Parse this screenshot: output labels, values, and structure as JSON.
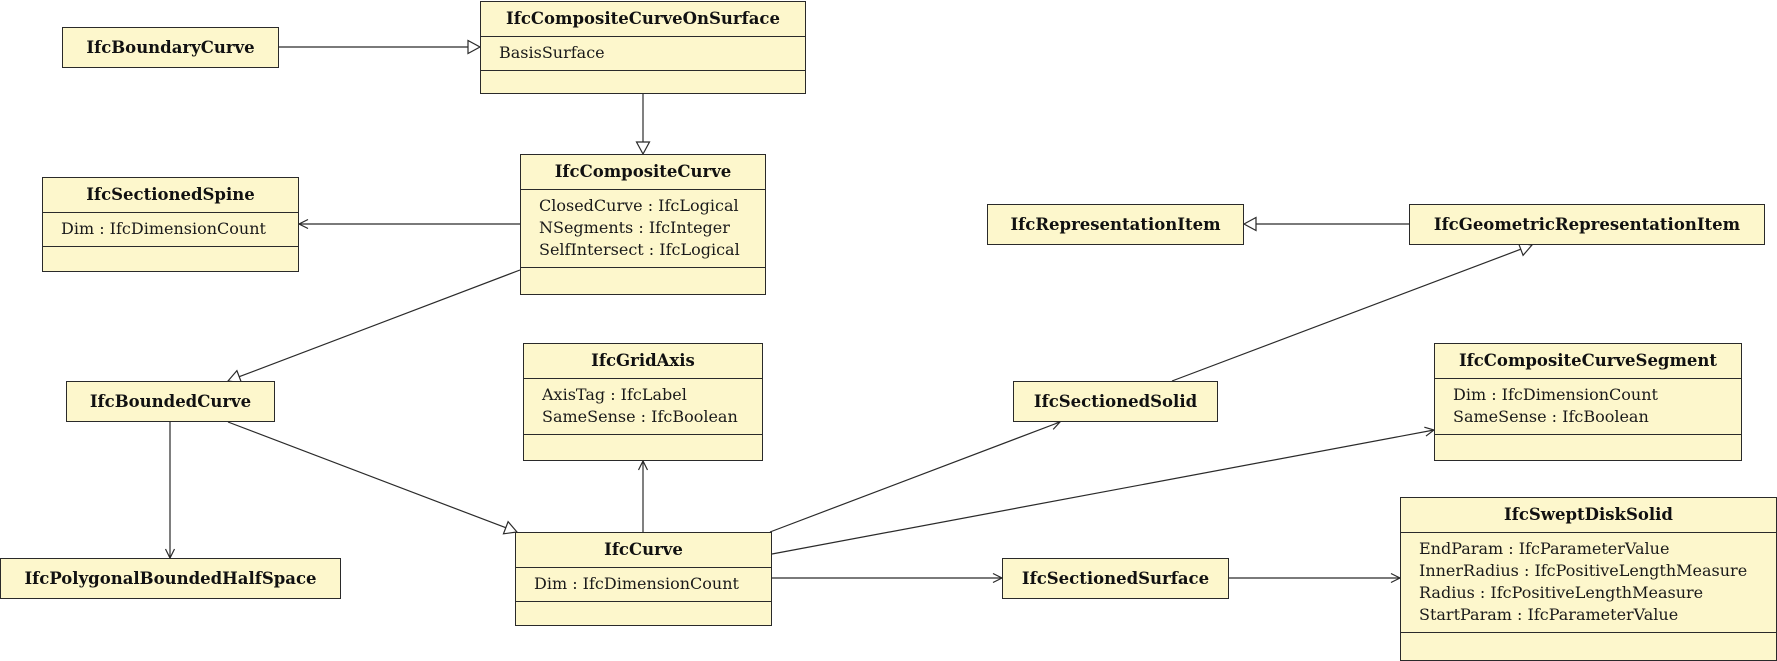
{
  "classes": {
    "composite_curve_on_surface": {
      "name": "IfcCompositeCurveOnSurface",
      "attributes": [
        "BasisSurface"
      ]
    },
    "boundary_curve": {
      "name": "IfcBoundaryCurve"
    },
    "composite_curve": {
      "name": "IfcCompositeCurve",
      "attributes": [
        "ClosedCurve : IfcLogical",
        "NSegments : IfcInteger",
        "SelfIntersect : IfcLogical"
      ]
    },
    "sectioned_spine": {
      "name": "IfcSectionedSpine",
      "attributes": [
        "Dim : IfcDimensionCount"
      ]
    },
    "representation_item": {
      "name": "IfcRepresentationItem"
    },
    "geometric_representation_item": {
      "name": "IfcGeometricRepresentationItem"
    },
    "bounded_curve": {
      "name": "IfcBoundedCurve"
    },
    "grid_axis": {
      "name": "IfcGridAxis",
      "attributes": [
        "AxisTag : IfcLabel",
        "SameSense : IfcBoolean"
      ]
    },
    "sectioned_solid": {
      "name": "IfcSectionedSolid"
    },
    "composite_curve_segment": {
      "name": "IfcCompositeCurveSegment",
      "attributes": [
        "Dim : IfcDimensionCount",
        "SameSense : IfcBoolean"
      ]
    },
    "polygonal_bounded_half_space": {
      "name": "IfcPolygonalBoundedHalfSpace"
    },
    "curve": {
      "name": "IfcCurve",
      "attributes": [
        "Dim : IfcDimensionCount"
      ]
    },
    "sectioned_surface": {
      "name": "IfcSectionedSurface"
    },
    "swept_disk_solid": {
      "name": "IfcSweptDiskSolid",
      "attributes": [
        "EndParam : IfcParameterValue",
        "InnerRadius : IfcPositiveLengthMeasure",
        "Radius : IfcPositiveLengthMeasure",
        "StartParam : IfcParameterValue"
      ]
    }
  },
  "relations": [
    {
      "from": "IfcBoundaryCurve",
      "to": "IfcCompositeCurveOnSurface",
      "kind": "generalization"
    },
    {
      "from": "IfcCompositeCurveOnSurface",
      "to": "IfcCompositeCurve",
      "kind": "generalization"
    },
    {
      "from": "IfcCompositeCurve",
      "to": "IfcSectionedSpine",
      "kind": "association"
    },
    {
      "from": "IfcCompositeCurve",
      "to": "IfcBoundedCurve",
      "kind": "generalization"
    },
    {
      "from": "IfcGeometricRepresentationItem",
      "to": "IfcRepresentationItem",
      "kind": "generalization"
    },
    {
      "from": "IfcSectionedSolid",
      "to": "IfcGeometricRepresentationItem",
      "kind": "generalization"
    },
    {
      "from": "IfcBoundedCurve",
      "to": "IfcPolygonalBoundedHalfSpace",
      "kind": "association"
    },
    {
      "from": "IfcBoundedCurve",
      "to": "IfcCurve",
      "kind": "generalization"
    },
    {
      "from": "IfcCurve",
      "to": "IfcGridAxis",
      "kind": "association"
    },
    {
      "from": "IfcCurve",
      "to": "IfcSectionedSolid",
      "kind": "association"
    },
    {
      "from": "IfcCurve",
      "to": "IfcCompositeCurveSegment",
      "kind": "association"
    },
    {
      "from": "IfcCurve",
      "to": "IfcSectionedSurface",
      "kind": "association"
    },
    {
      "from": "IfcSectionedSurface",
      "to": "IfcSweptDiskSolid",
      "kind": "association"
    }
  ],
  "colors": {
    "class_fill": "#fdf7cc",
    "line": "#2a2a2a"
  }
}
